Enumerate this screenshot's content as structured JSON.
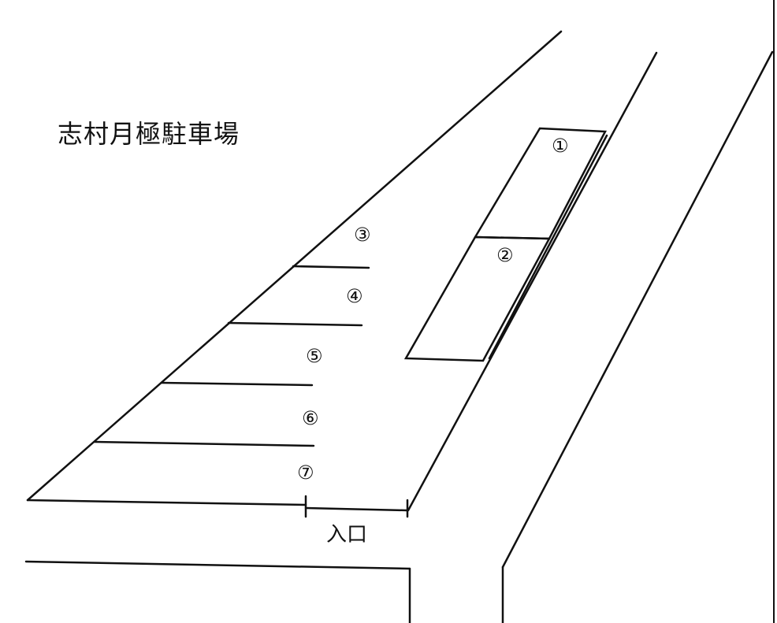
{
  "title": "志村月極駐車場",
  "entrance_label": "入口",
  "spaces": [
    "①",
    "②",
    "③",
    "④",
    "⑤",
    "⑥",
    "⑦"
  ]
}
